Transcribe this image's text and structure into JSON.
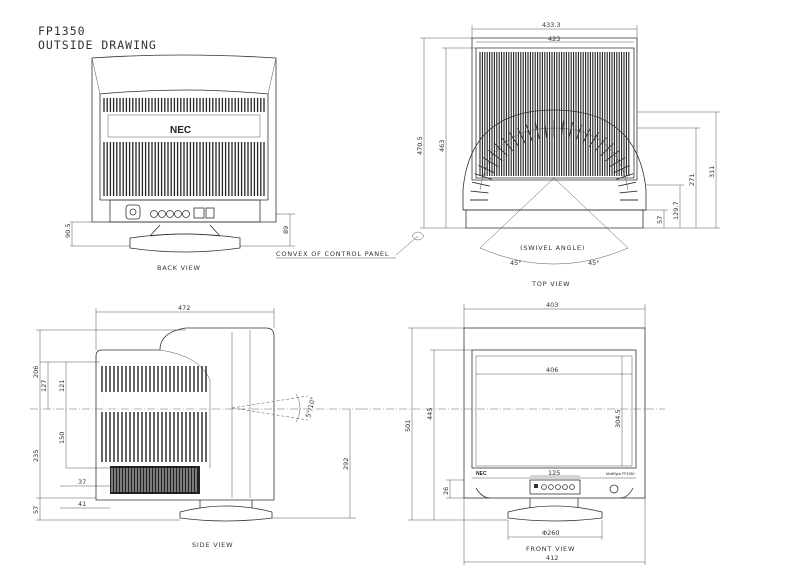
{
  "title": {
    "model": "FP1350",
    "subtitle": "OUTSIDE DRAWING"
  },
  "views": {
    "back": "BACK VIEW",
    "top": "TOP VIEW",
    "side": "SIDE VIEW",
    "front": "FRONT VIEW"
  },
  "brand": "NEC",
  "brand_small": "NEC",
  "model_small": "MultiSync FP1350",
  "callouts": {
    "convex": "CONVEX OF CONTROL PANEL",
    "swivel": "(SWIVEL ANGLE)",
    "swivel_left": "45°",
    "swivel_right": "45°"
  },
  "dimensions": {
    "back_left": "90.5",
    "back_right": "89",
    "top_outer_width": "433.3",
    "top_inner_width": "423",
    "top_height": "470.5",
    "top_inner_height": "463",
    "top_r1": "311",
    "top_r2": "271",
    "top_r3": "129.7",
    "top_r4": "57",
    "side_width": "472",
    "side_h206": "206",
    "side_h127": "127",
    "side_h121": "121",
    "side_h150": "150",
    "side_h235": "235",
    "side_h57": "57",
    "side_w37": "37",
    "side_w41": "41",
    "side_tilt": "5°/10°",
    "side_292": "292",
    "front_top_width": "403",
    "front_h501": "501",
    "front_h445": "445",
    "front_screen_w": "406",
    "front_screen_h": "304.5",
    "front_panel_w": "125",
    "front_h26": "26",
    "front_base": "Φ260",
    "front_bottom_width": "412"
  }
}
